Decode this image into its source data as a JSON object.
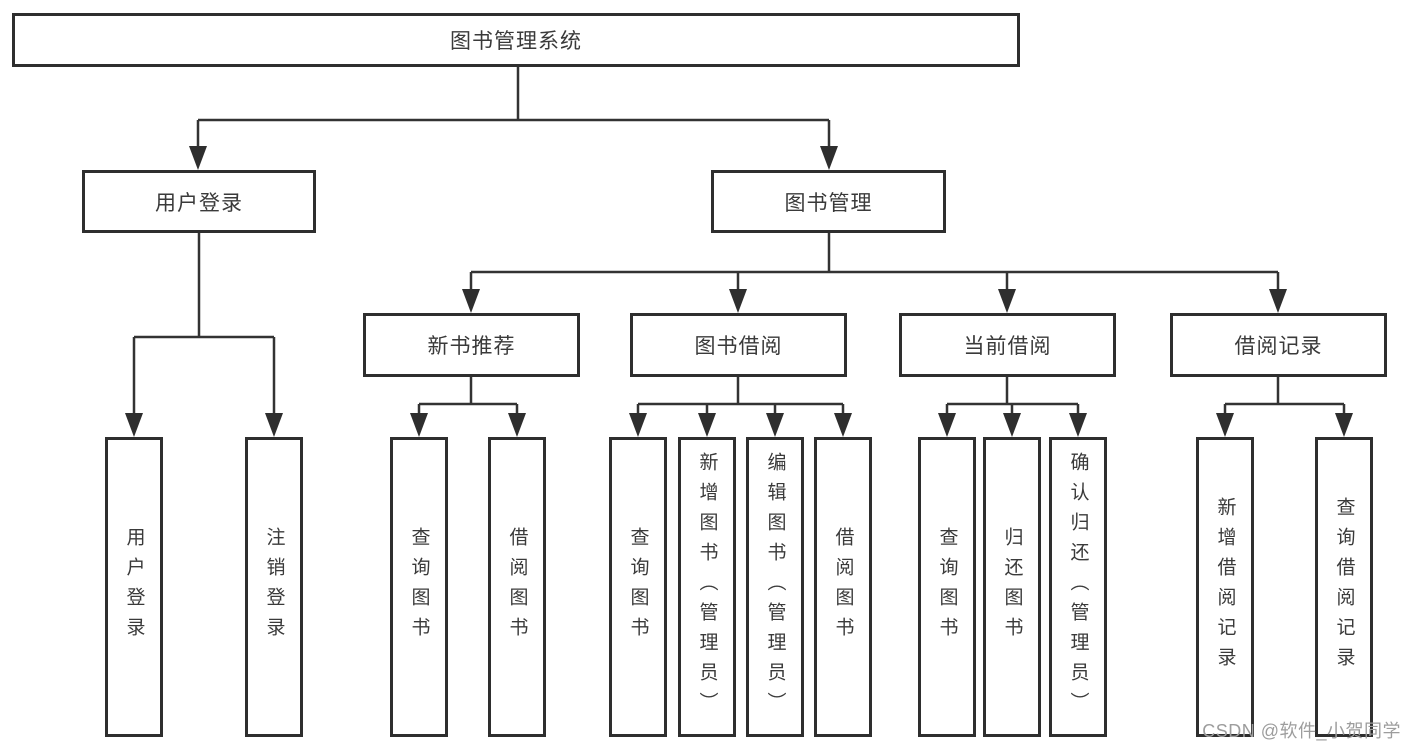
{
  "diagram": {
    "root": {
      "label": "图书管理系统"
    },
    "level2": [
      {
        "label": "用户登录"
      },
      {
        "label": "图书管理"
      }
    ],
    "level3": [
      {
        "label": "新书推荐"
      },
      {
        "label": "图书借阅"
      },
      {
        "label": "当前借阅"
      },
      {
        "label": "借阅记录"
      }
    ],
    "level4": [
      {
        "label": "用户登录"
      },
      {
        "label": "注销登录"
      },
      {
        "label": "查询图书"
      },
      {
        "label": "借阅图书"
      },
      {
        "label": "查询图书"
      },
      {
        "label": "新增图书（管理员）"
      },
      {
        "label": "编辑图书（管理员）"
      },
      {
        "label": "借阅图书"
      },
      {
        "label": "查询图书"
      },
      {
        "label": "归还图书"
      },
      {
        "label": "确认归还（管理员）"
      },
      {
        "label": "新增借阅记录"
      },
      {
        "label": "查询借阅记录"
      }
    ],
    "watermark": "CSDN @软件_小贺同学",
    "colors": {
      "line": "#333333",
      "border": "#2e2e2e",
      "text": "#3a3a3a",
      "watermark": "#9d9d9d"
    }
  }
}
